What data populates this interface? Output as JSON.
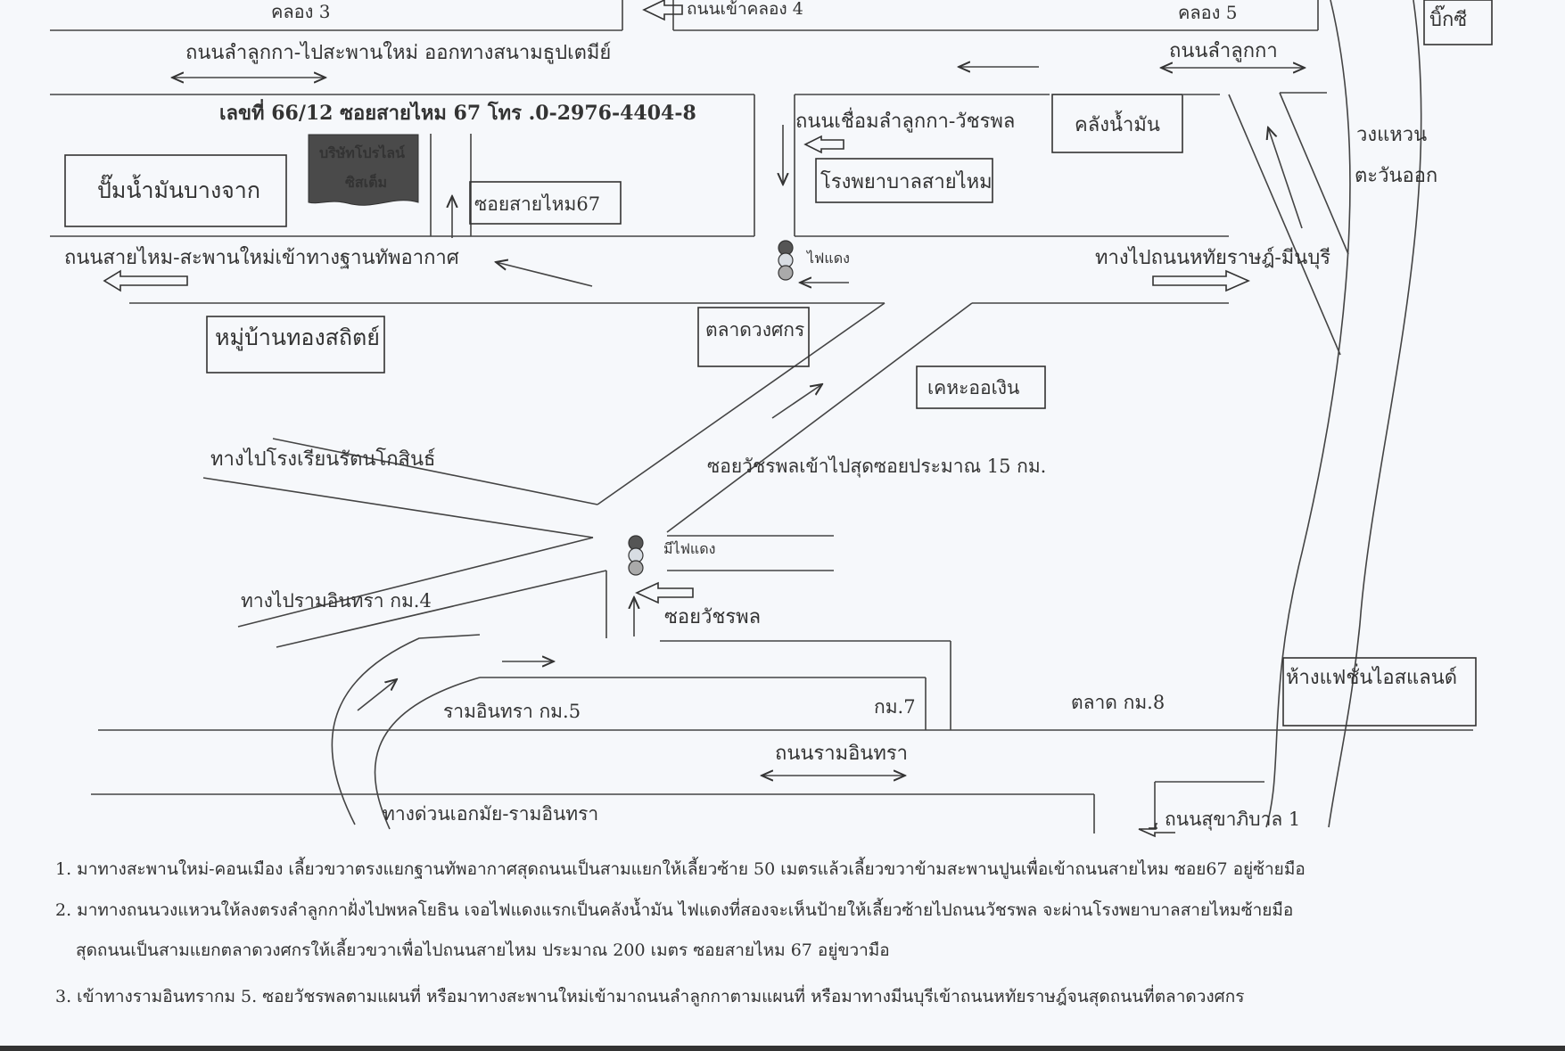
{
  "labels": {
    "khlong3": "คลอง 3",
    "khlong4_road": "ถนนเข้าคลอง 4",
    "khlong5": "คลอง 5",
    "bigc": "บิ๊กซี",
    "lamlukka_sapanmai": "ถนนลำลูกกา-ไปสะพานใหม่ ออกทางสนามธูปเตมีย์",
    "lamlukka": "ถนนลำลูกกา",
    "address": "เลขที่ 66/12  ซอยสายไหม 67  โทร  .0-2976-4404-8",
    "company_line1": "บริษัทโปรไลน์",
    "company_line2": "ซิสเต็ม",
    "gas_station": "ปั๊มน้ำมันบางจาก",
    "soi_saimai67": "ซอยสายไหม67",
    "link_road": "ถนนเชื่อมลำลูกกา-วัชรพล",
    "oil_depot": "คลังน้ำมัน",
    "ring_road_1": "วงแหวน",
    "ring_road_2": "ตะวันออก",
    "hospital": "โรงพยาบาลสายไหม",
    "saimai_road": "ถนนสายไหม-สะพานใหม่เข้าทางฐานทัพอากาศ",
    "traffic_light_1": "ไฟแดง",
    "to_hathairat": "ทางไปถนนหทัยราษฎ์-มีนบุรี",
    "village": "หมู่บ้านทองสถิตย์",
    "market_duangsakorn": "ตลาดวงศกร",
    "kheha_ngoen": "เคหะออเงิน",
    "to_school": "ทางไปโรงเรียนรัตนโกสินธ์",
    "soi_watcharapol_15": "ซอยวัชรพลเข้าไปสุดซอยประมาณ 15 กม.",
    "traffic_light_2": "มีไฟแดง",
    "to_ramintra_km4": "ทางไปรามอินทรา กม.4",
    "soi_watcharapol": "ซอยวัชรพล",
    "fashion_island": "ห้างแฟชั่นไอสแลนด์",
    "ramintra_km5": "รามอินทรา กม.5",
    "km7": "กม.7",
    "market_km8": "ตลาด กม.8",
    "ramintra_road": "ถนนรามอินทรา",
    "expressway": "ทางด่วนเอกมัย-รามอินทรา",
    "sukhaphiban1": "ถนนสุขาภิบาล 1"
  },
  "notes": [
    "1. มาทางสะพานใหม่-คอนเมือง เลี้ยวขวาตรงแยกฐานทัพอากาศสุดถนนเป็นสามแยกให้เลี้ยวซ้าย 50 เมตรแล้วเลี้ยวขวาข้ามสะพานปูนเพื่อเข้าถนนสายไหม ซอย67 อยู่ซ้ายมือ",
    "2. มาทางถนนวงแหวนให้ลงตรงลำลูกกาฝั่งไปพหลโยธิน เจอไฟแดงแรกเป็นคลังน้ำมัน ไฟแดงที่สองจะเห็นป้ายให้เลี้ยวซ้ายไปถนนวัชรพล จะผ่านโรงพยาบาลสายไหมซ้ายมือ",
    "สุดถนนเป็นสามแยกตลาดวงศกรให้เลี้ยวขวาเพื่อไปถนนสายไหม ประมาณ 200 เมตร ซอยสายไหม 67 อยู่ขวามือ",
    "3. เข้าทางรามอินทรากม 5. ซอยวัชรพลตามแผนที่ หรือมาทางสะพานใหม่เข้ามาถนนลำลูกกาตามแผนที่ หรือมาทางมีนบุรีเข้าถนนหทัยราษฎ์จนสุดถนนที่ตลาดวงศกร"
  ],
  "colors": {
    "ink": "#333333",
    "company_fill": "#4a4a4a",
    "light_dark": "#555555",
    "light_pale": "#d8dde3",
    "paper": "#f6f8fb"
  }
}
